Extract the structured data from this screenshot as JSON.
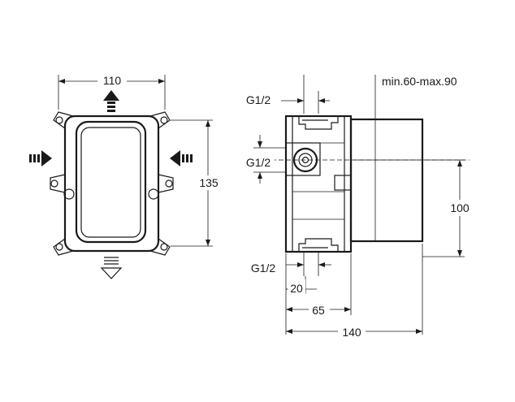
{
  "front_view": {
    "width_label": "110",
    "height_label": "135"
  },
  "side_view": {
    "inlet_top_label": "G1/2",
    "inlet_side_label": "G1/2",
    "inlet_bottom_label": "G1/2",
    "depth_range_label": "min.60-max.90",
    "height_label": "100",
    "dim_20_label": "20",
    "dim_65_label": "65",
    "dim_140_label": "140"
  }
}
